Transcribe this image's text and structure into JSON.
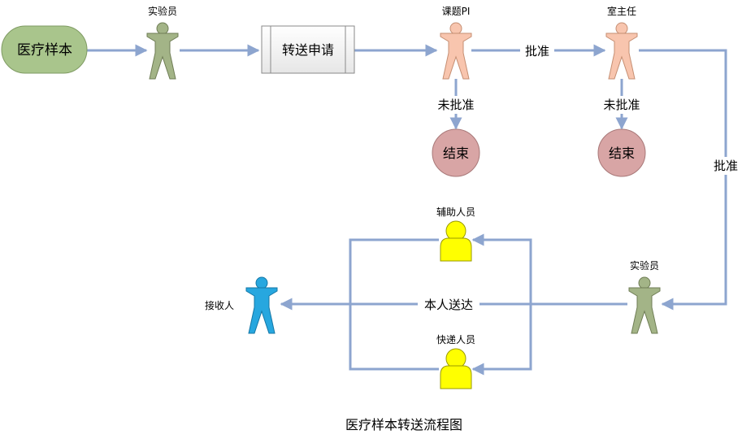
{
  "nodes": {
    "medical_sample": "医疗样本",
    "lab_staff_top": "实验员",
    "transfer_request": "转送申请",
    "project_pi": "课题PI",
    "director": "室主任",
    "end_1": "结束",
    "end_2": "结束",
    "lab_staff_bottom": "实验员",
    "assistant": "辅助人员",
    "courier": "快递人员",
    "receiver": "接收人"
  },
  "edges": {
    "pi_approve": "批准",
    "pi_reject": "未批准",
    "director_reject": "未批准",
    "director_approve": "批准",
    "self_delivery": "本人送达"
  },
  "caption": "医疗样本转送流程图",
  "colors": {
    "line": "#8da5cf",
    "sample_fill": "#a9c58c",
    "staff_fill": "#a3b487",
    "pi_fill": "#f8c5ae",
    "end_fill": "#d8a5a5",
    "helper_fill": "#ffff00",
    "receiver_fill": "#27a7df"
  }
}
